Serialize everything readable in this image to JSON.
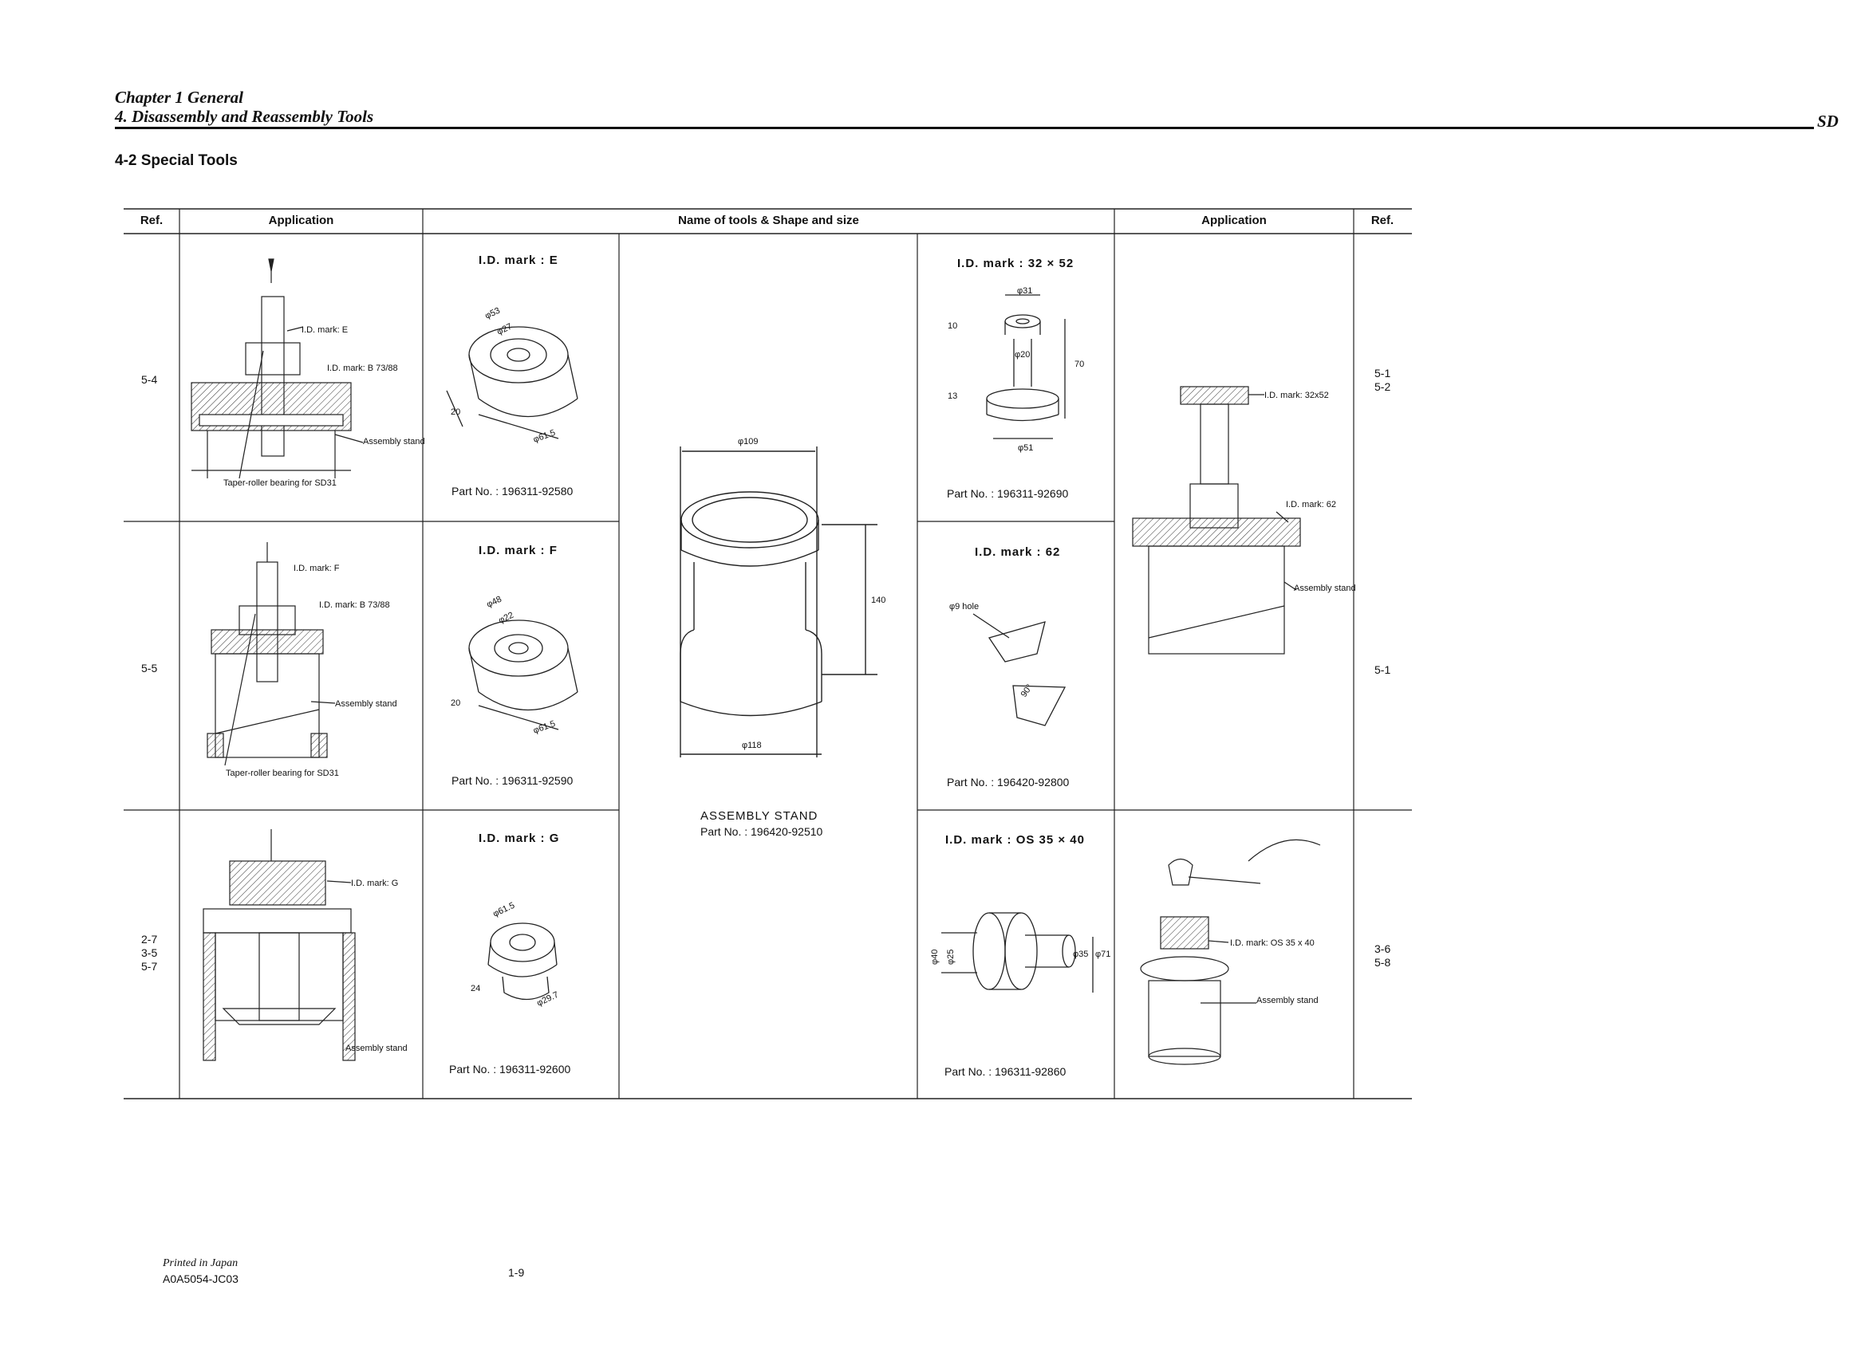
{
  "header": {
    "chapter": "Chapter 1 General",
    "section": "4. Disassembly and Reassembly Tools",
    "tag": "SD"
  },
  "subsection": "4-2 Special Tools",
  "table": {
    "headers": {
      "ref_left": "Ref.",
      "application_left": "Application",
      "tools": "Name of tools & Shape and size",
      "application_right": "Application",
      "ref_right": "Ref."
    },
    "left_rows": [
      {
        "ref": "5-4",
        "callouts": [
          "I.D. mark: E",
          "I.D. mark: B 73/88",
          "Assembly stand",
          "Taper-roller bearing for SD31"
        ],
        "id_mark": "I.D. mark : E",
        "dims": [
          "φ53",
          "φ27",
          "20",
          "φ61.5"
        ],
        "part_no": "Part No. : 196311-92580"
      },
      {
        "ref": "5-5",
        "callouts": [
          "I.D. mark: F",
          "I.D. mark: B 73/88",
          "Assembly stand",
          "Taper-roller bearing for SD31"
        ],
        "id_mark": "I.D. mark : F",
        "dims": [
          "φ48",
          "φ22",
          "20",
          "φ61.5"
        ],
        "part_no": "Part No. : 196311-92590"
      },
      {
        "ref": "2-7\n3-5\n5-7",
        "callouts": [
          "I.D. mark: G",
          "Assembly stand"
        ],
        "id_mark": "I.D. mark : G",
        "dims": [
          "φ61.5",
          "24",
          "φ29.7"
        ],
        "part_no": "Part No. : 196311-92600"
      }
    ],
    "center": {
      "dims": [
        "φ109",
        "140",
        "φ118"
      ],
      "name": "ASSEMBLY STAND",
      "part_no": "Part No. : 196420-92510"
    },
    "right_rows": [
      {
        "id_mark": "I.D. mark : 32 × 52",
        "dims": [
          "φ31",
          "10",
          "φ20",
          "70",
          "13",
          "φ51"
        ],
        "part_no": "Part No. : 196311-92690",
        "callouts": [
          "I.D. mark: 32x52",
          "I.D. mark: 62",
          "Assembly stand"
        ],
        "ref": "5-1\n5-2"
      },
      {
        "id_mark": "I.D. mark : 62",
        "dims": [
          "φ9 hole",
          "90°"
        ],
        "part_no": "Part No. : 196420-92800",
        "ref": "5-1"
      },
      {
        "id_mark": "I.D. mark : OS 35 × 40",
        "dims": [
          "φ40",
          "φ25",
          "φ35",
          "φ71"
        ],
        "part_no": "Part No. : 196311-92860",
        "callouts": [
          "I.D. mark: OS 35 x 40",
          "Assembly stand"
        ],
        "ref": "3-6\n5-8"
      }
    ]
  },
  "footer": {
    "printed": "Printed in Japan",
    "code": "A0A5054-JC03",
    "page": "1-9"
  }
}
